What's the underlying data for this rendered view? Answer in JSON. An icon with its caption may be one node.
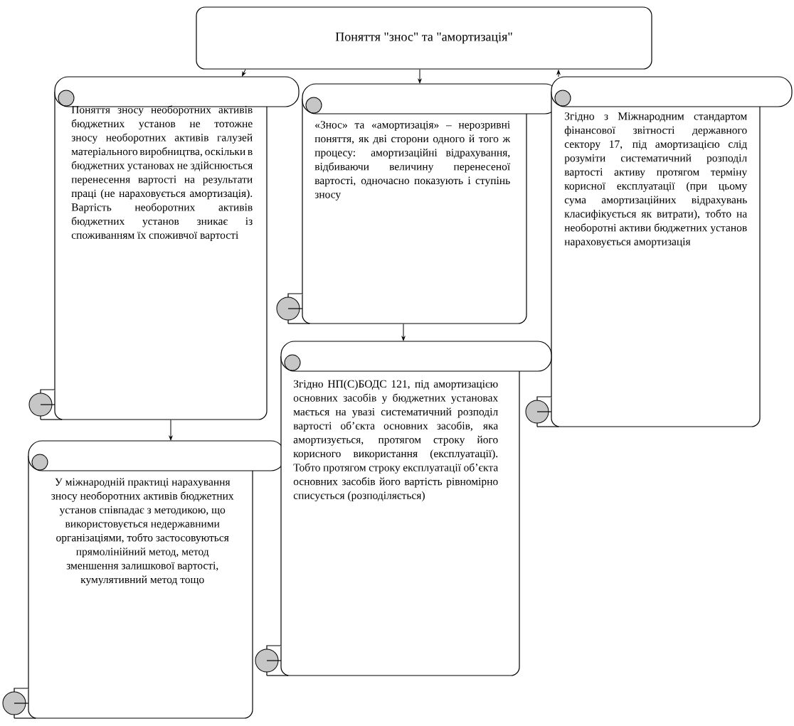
{
  "diagram": {
    "nodes": [
      {
        "text": [
          "Поняття \"знос\" та \"амортизація\""
        ]
      },
      {
        "text": [
          "Поняття зносу необоротних активів бюджетних установ не тотожне зносу необоротних активів галузей матеріального виробництва, оскільки в бюджетних установах не здійснюється перенесення вартості на результати праці (не нараховується амортизація). Вартість необоротних активів бюджетних установ зникає із споживанням їх споживчої вартості"
        ]
      },
      {
        "text": [
          "«Знос» та «амортизація» – нерозривні поняття, як дві сторони одного й того ж процесу: амортизаційні відрахування, відбиваючи величину перенесеної вартості, одночасно показують і ступінь зносу"
        ]
      },
      {
        "text": [
          "Згідно з Міжнародним стандартом фінансової звітності державного сектору 17, під амортизацією слід розуміти систематичний розподіл вартості активу протягом терміну корисної експлуатації (при цьому сума амортизаційних відрахувань класифікується як витрати), тобто на необоротні активи бюджетних установ нараховується амортизація"
        ]
      },
      {
        "text": [
          "У міжнародній практиці нарахування зносу необоротних активів бюджетних установ співпадає з методикою, що використовується недержавними організаціями, тобто застосовуються прямолінійний метод, метод зменшення залишкової вартості, кумулятивний метод тощо"
        ]
      },
      {
        "text": [
          "Згідно НП(С)БОДС 121, під амортизацією основних засобів у бюджетних установах мається на увазі систематичний розподіл вартості об’єкта основних засобів, яка амортизується, протягом строку його корисного використання (експлуатації). Тобто протягом строку експлуатації об’єкта основних засобів його вартість рівномірно списується (розподіляється)"
        ]
      }
    ],
    "edges": [
      {
        "from": 0,
        "to": 1,
        "arrow": "to"
      },
      {
        "from": 0,
        "to": 2,
        "arrow": "to"
      },
      {
        "from": 3,
        "to": 0,
        "arrow": "to"
      },
      {
        "from": 1,
        "to": 4,
        "arrow": "to"
      },
      {
        "from": 2,
        "to": 5,
        "arrow": "to"
      }
    ]
  }
}
